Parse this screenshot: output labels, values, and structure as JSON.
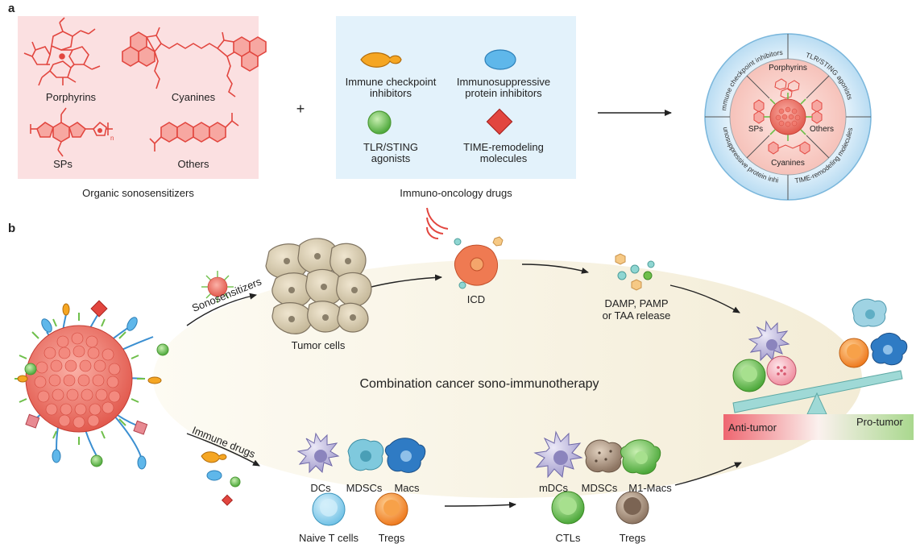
{
  "panels": {
    "a": "a",
    "b": "b"
  },
  "sonosensitizers": {
    "porphyrins": "Porphyrins",
    "cyanines": "Cyanines",
    "sps": "SPs",
    "others": "Others",
    "sp_subscript": "n",
    "caption": "Organic sonosensitizers"
  },
  "plus": "+",
  "drugs": {
    "checkpoint_l1": "Immune checkpoint",
    "checkpoint_l2": "inhibitors",
    "immunosupp_l1": "Immunosuppressive",
    "immunosupp_l2": "protein inhibitors",
    "tlr_l1": "TLR/STING",
    "tlr_l2": "agonists",
    "time_l1": "TIME-remodeling",
    "time_l2": "molecules",
    "caption": "Immuno-oncology drugs"
  },
  "wheel": {
    "outer_top_left": "Immune checkpoint inhibitors",
    "outer_top_right": "TLR/STING agonists",
    "outer_bottom_left": "Immunosuppressive protein inhibitors",
    "outer_bottom_right": "TIME-remodeling molecules",
    "inner_top": "Porphyrins",
    "inner_left": "SPs",
    "inner_right": "Others",
    "inner_bottom": "Cyanines"
  },
  "panel_b": {
    "sonosensitizers_arrow": "Sonosensitizers",
    "tumor_cells": "Tumor cells",
    "icd": "ICD",
    "damp_l1": "DAMP, PAMP",
    "damp_l2": "or TAA release",
    "center_title": "Combination cancer sono-immunotherapy",
    "immune_drugs_arrow": "Immune drugs",
    "dcs": "DCs",
    "mdscs": "MDSCs",
    "macs": "Macs",
    "naive_t": "Naive T cells",
    "tregs": "Tregs",
    "mdcs": "mDCs",
    "mdscs2": "MDSCs",
    "m1macs": "M1-Macs",
    "ctls": "CTLs",
    "tregs2": "Tregs",
    "anti_tumor": "Anti-tumor",
    "pro_tumor": "Pro-tumor"
  },
  "colors": {
    "red": "#e2463f",
    "pink_panel": "#fbe0e1",
    "blue_panel": "#e3f2fb",
    "ring_blue": "#c6e3f5",
    "inner_pink": "#f8cfc9",
    "green": "#7dc35b",
    "blue_link": "#3b8fd1",
    "beige": "#f7f2e3",
    "teal": "#9fd9d6"
  }
}
